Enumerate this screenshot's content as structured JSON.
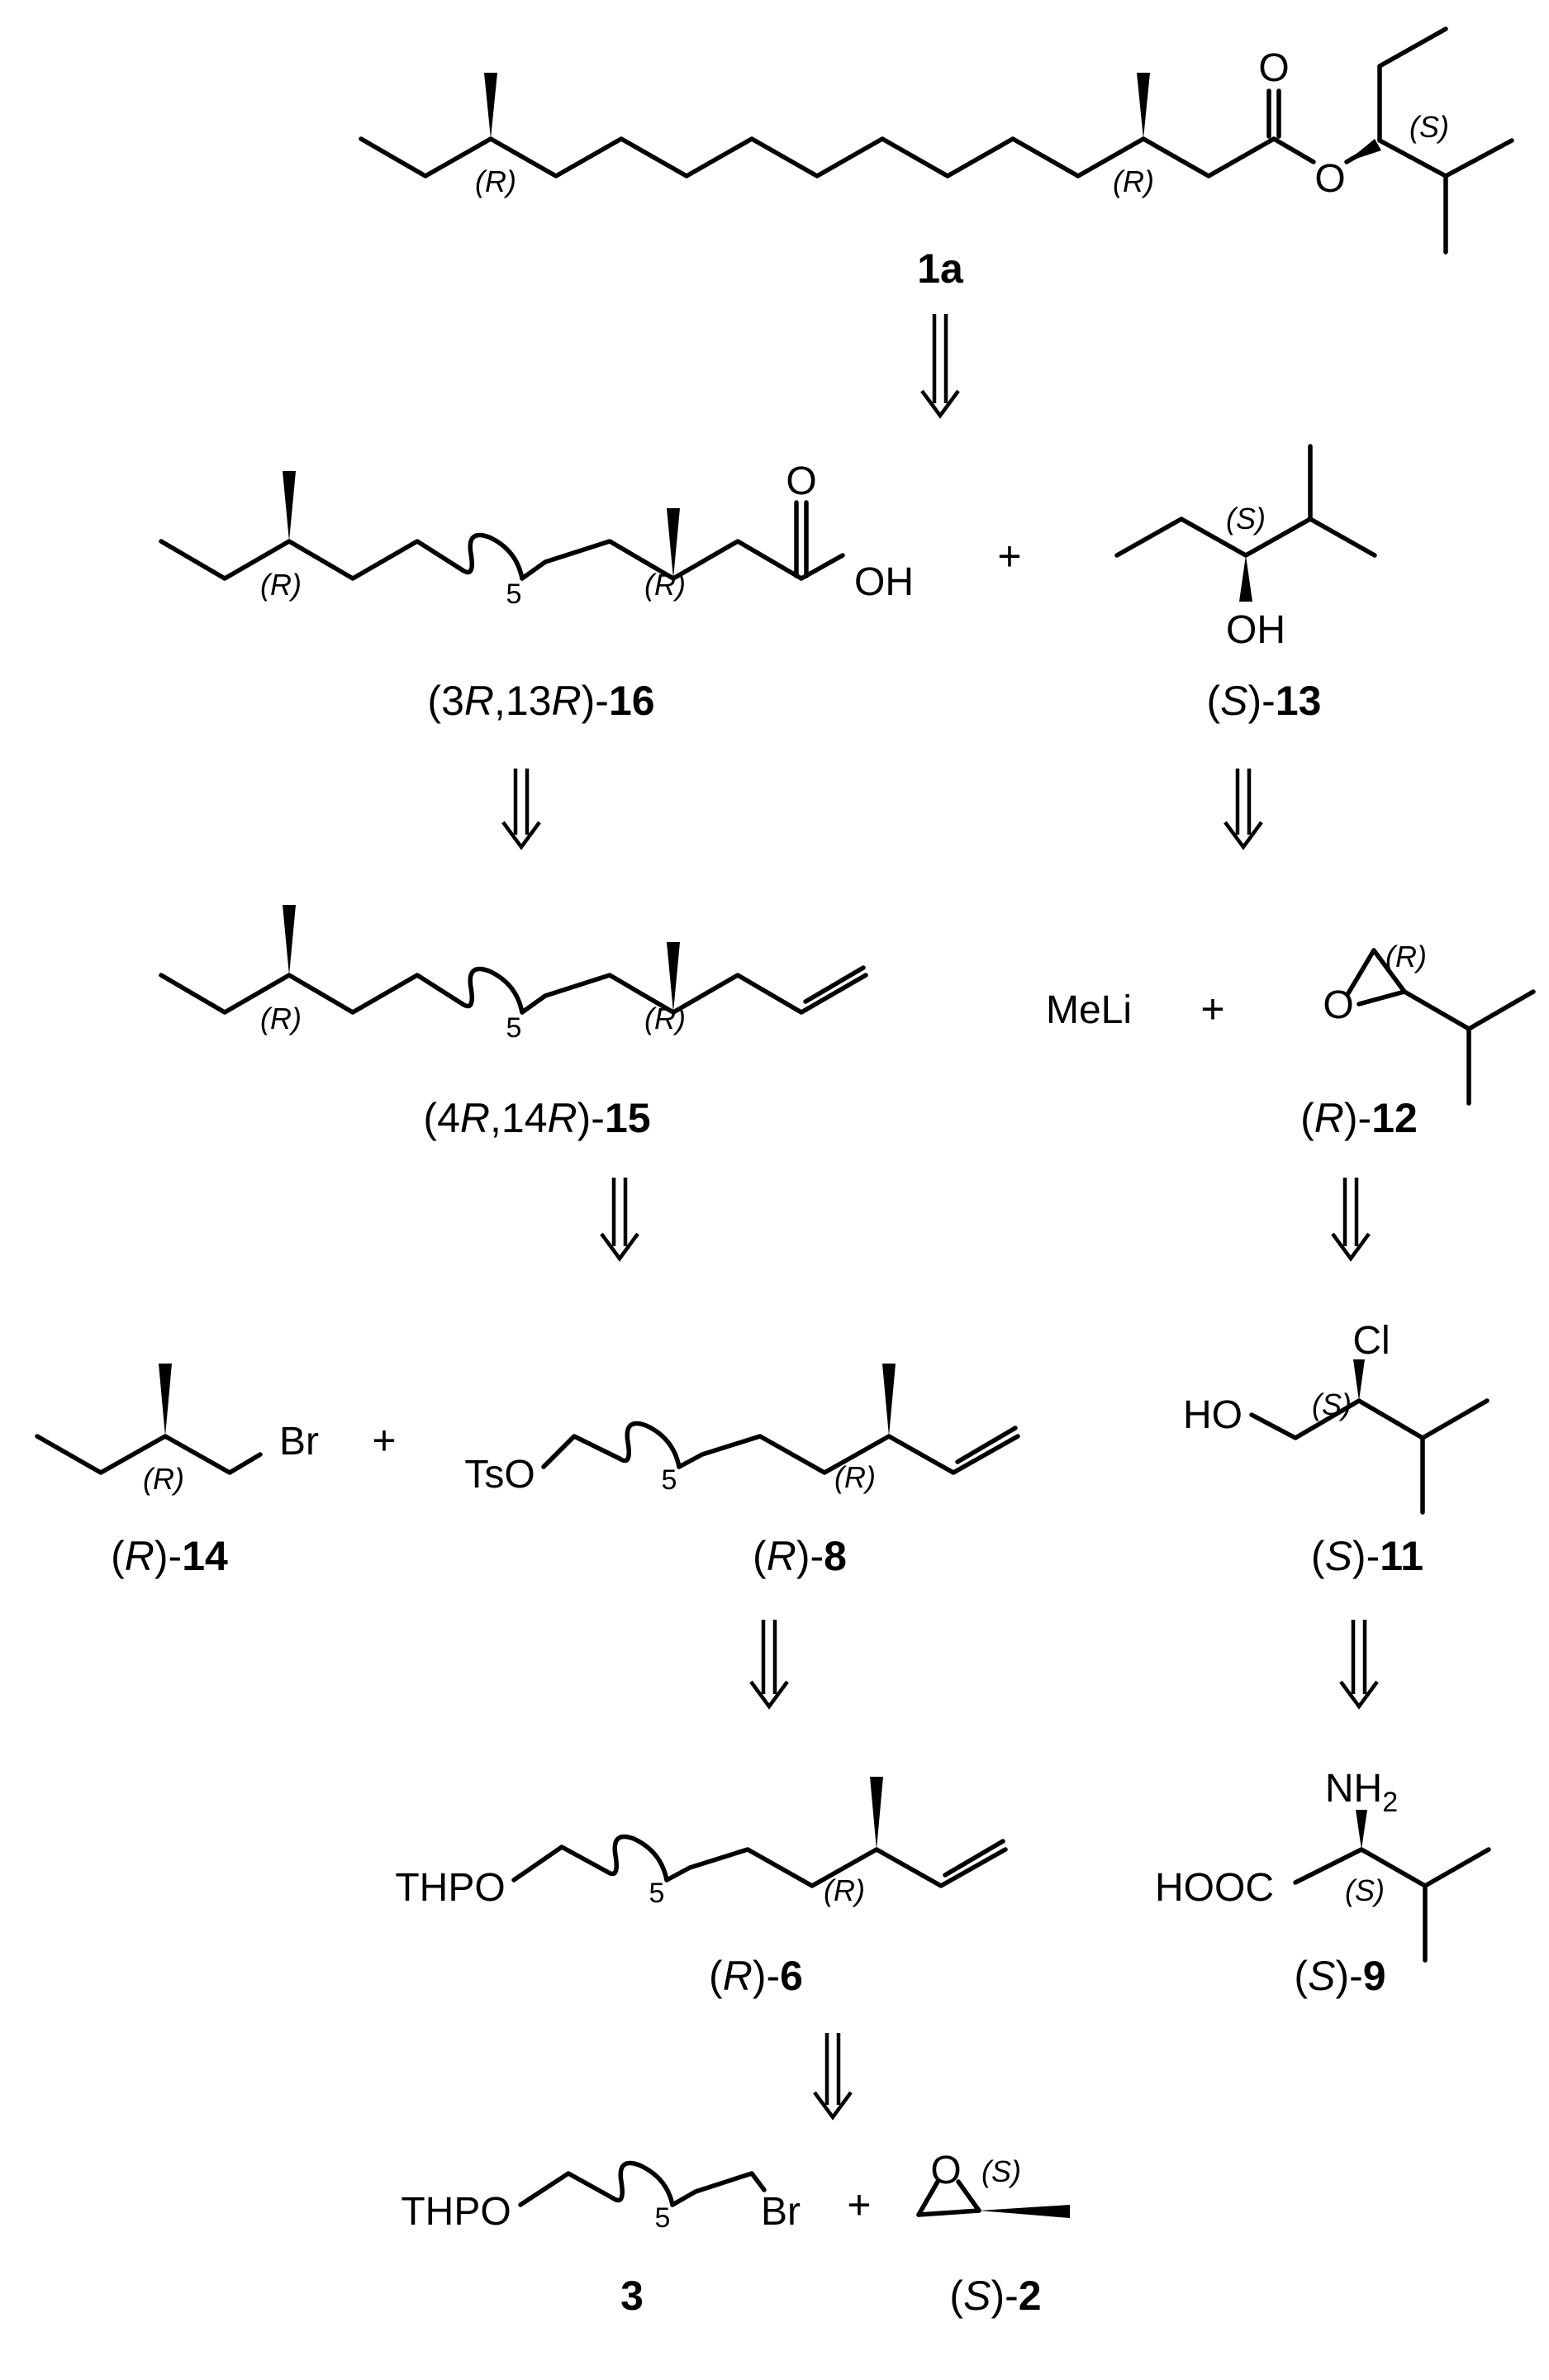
{
  "compounds": {
    "c1a": {
      "pre": "",
      "italic": "",
      "mid": "",
      "bold": "1a"
    },
    "c16": {
      "pre": "(3",
      "italic": "R",
      "mid": ",13",
      "italic2": "R",
      "post": ")-",
      "bold": "16"
    },
    "c13": {
      "pre": "(",
      "italic": "S",
      "post": ")-",
      "bold": "13"
    },
    "c15": {
      "pre": "(4",
      "italic": "R",
      "mid": ",14",
      "italic2": "R",
      "post": ")-",
      "bold": "15"
    },
    "c12": {
      "pre": "(",
      "italic": "R",
      "post": ")-",
      "bold": "12"
    },
    "c14": {
      "pre": "(",
      "italic": "R",
      "post": ")-",
      "bold": "14"
    },
    "c8": {
      "pre": "(",
      "italic": "R",
      "post": ")-",
      "bold": "8"
    },
    "c11": {
      "pre": "(",
      "italic": "S",
      "post": ")-",
      "bold": "11"
    },
    "c6": {
      "pre": "(",
      "italic": "R",
      "post": ")-",
      "bold": "6"
    },
    "c9": {
      "pre": "(",
      "italic": "S",
      "post": ")-",
      "bold": "9"
    },
    "c3": {
      "bold": "3"
    },
    "c2": {
      "pre": "(",
      "italic": "S",
      "post": ")-",
      "bold": "2"
    }
  },
  "atoms": {
    "oxygen": "O",
    "ester_o": "O",
    "oh": "OH",
    "hydroxyl_oh": "OH",
    "epoxide_o": "O",
    "meli": "MeLi",
    "br": "Br",
    "tso": "TsO",
    "cl": "Cl",
    "ho": "HO",
    "thpo": "THPO",
    "nh2": "NH",
    "nh2_sub": "2",
    "hooc": "HOOC"
  },
  "stereo": {
    "R": "(R)",
    "S": "(S)"
  },
  "repeat_count": "5",
  "plus_sign": "+",
  "retro_arrow": "retrosynthetic-arrow"
}
